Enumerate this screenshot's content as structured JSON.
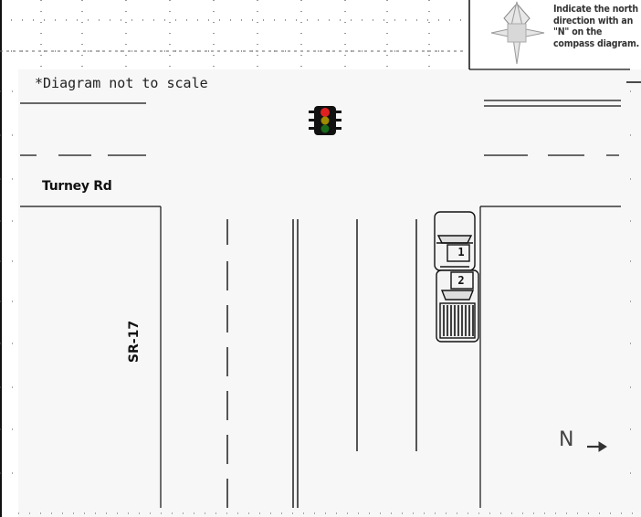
{
  "note": "*Diagram not to scale",
  "roads": {
    "horizontal": "Turney Rd",
    "vertical": "SR-17"
  },
  "compass": {
    "instruction": "Indicate the north direction with an \"N\" on the compass diagram."
  },
  "north_marker": "N",
  "vehicles": [
    {
      "label": "1"
    },
    {
      "label": "2"
    }
  ],
  "colors": {
    "light_red": "#e02020",
    "light_yellow": "#b8a000",
    "light_green": "#1a7a1a",
    "paper": "#f8f8f8",
    "line": "#111111"
  }
}
